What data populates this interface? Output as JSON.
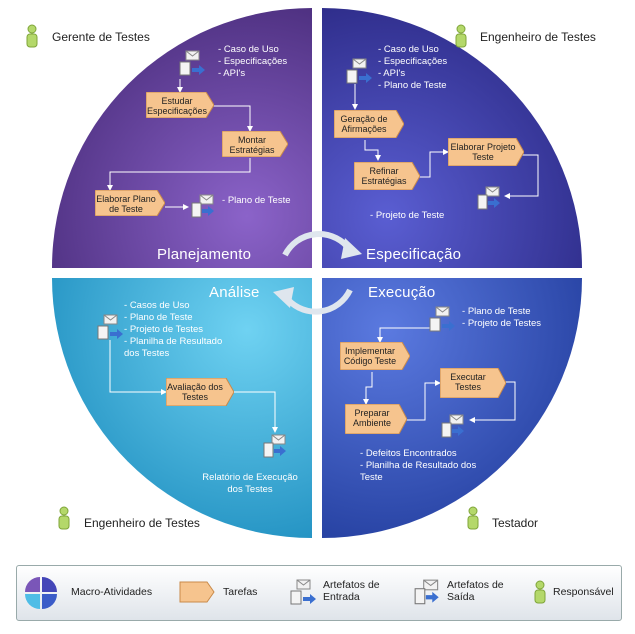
{
  "roles": {
    "top_left": "Gerente de Testes",
    "top_right": "Engenheiro de Testes",
    "bottom_left": "Engenheiro de Testes",
    "bottom_right": "Testador"
  },
  "quadrants": {
    "planejamento": {
      "title": "Planejamento",
      "inputs": [
        "Caso de Uso",
        "Especificações",
        "API's"
      ],
      "tasks": [
        "Estudar Especificações",
        "Montar Estratégias",
        "Elaborar Plano de Teste"
      ],
      "output": "Plano de Teste"
    },
    "especificacao": {
      "title": "Especificação",
      "inputs": [
        "Caso de Uso",
        "Especificações",
        "API's",
        "Plano de Teste"
      ],
      "tasks": [
        "Geração de Afirmações",
        "Refinar Estratégias",
        "Elaborar Projeto Teste"
      ],
      "output": "Projeto de Teste"
    },
    "analise": {
      "title": "Análise",
      "inputs": [
        "Casos de Uso",
        "Plano de Teste",
        "Projeto de Testes",
        "Planilha de Resultado dos Testes"
      ],
      "tasks": [
        "Avaliação dos Testes"
      ],
      "output": "Relatório de Execução dos Testes"
    },
    "execucao": {
      "title": "Execução",
      "inputs": [
        "Plano de Teste",
        "Projeto de Testes"
      ],
      "tasks": [
        "Implementar Código Teste",
        "Executar Testes",
        "Preparar Ambiente"
      ],
      "outputs": [
        "Defeitos Encontrados",
        "Planilha de Resultado dos Teste"
      ]
    }
  },
  "legend": {
    "macro": "Macro-Atividades",
    "tarefas": "Tarefas",
    "entrada": "Artefatos de Entrada",
    "saida": "Artefatos de Saída",
    "responsavel": "Responsável"
  },
  "colors": {
    "planejamento": "#5b3a8e",
    "especificacao": "#3b3aa0",
    "analise": "#2aa3cf",
    "execucao": "#2f4fb8",
    "task_fill": "#f6c48e",
    "person": "#b4d86a"
  }
}
